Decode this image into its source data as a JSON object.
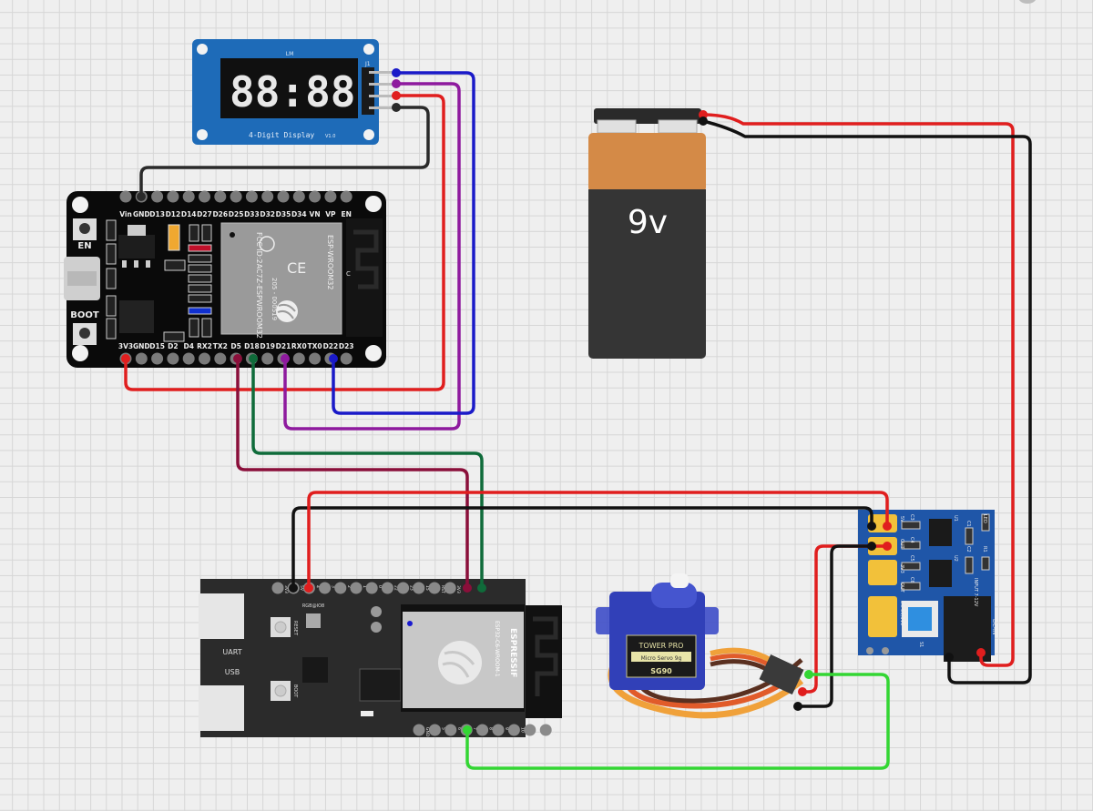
{
  "canvas": {
    "title": "ESP32 4-Digit Display + Servo Circuit"
  },
  "display": {
    "label": "4-Digit Display",
    "version": "V1.0",
    "header": "J1",
    "segment_label": "LM",
    "digits": "88:88"
  },
  "esp32_devkit": {
    "button_en": "EN",
    "button_boot": "BOOT",
    "top_pins": [
      "Vin",
      "GND",
      "D13",
      "D12",
      "D14",
      "D27",
      "D26",
      "D25",
      "D33",
      "D32",
      "D35",
      "D34",
      "VN",
      "VP",
      "EN"
    ],
    "bottom_pins": [
      "3V3",
      "GND",
      "D15",
      "D2",
      "D4",
      "RX2",
      "TX2",
      "D5",
      "D18",
      "D19",
      "D21",
      "RX0",
      "TX0",
      "D22",
      "D23"
    ],
    "module_text": [
      "ESP-WROOM32",
      "FCC ID:2AC7Z-ESPWROOM32",
      "205 - 000519"
    ],
    "antenna_mark": "C"
  },
  "battery": {
    "label": "9v"
  },
  "esp32_c6": {
    "labels": {
      "uart": "UART",
      "usb": "USB",
      "reset": "RESET",
      "boot": "BOOT",
      "rgb": "RGB@IO8"
    },
    "module_brand": "ESPRESSIF",
    "module_model": "ESP32-C6-WROOM-1",
    "top_pins": [
      "3V3",
      "5V",
      "4",
      "3",
      "2",
      "1",
      "0",
      "22",
      "23",
      "15",
      "RST",
      "3V3"
    ],
    "bottom_pins": [
      "GND",
      "5",
      "6",
      "7",
      "8",
      "9",
      "10",
      "11",
      "GND"
    ]
  },
  "servo": {
    "brand": "TOWER PRO",
    "subtitle": "Micro Servo 9g",
    "model": "SG90"
  },
  "regulator": {
    "labels": [
      "C3",
      "C4",
      "C5",
      "C6",
      "U1",
      "U2",
      "C1",
      "C2",
      "R1",
      "LED",
      "S1",
      "5V",
      "OUT",
      "3V3",
      "OUT",
      "INPUT 7-12V",
      "DC-IN",
      "DC-5V/3V3"
    ]
  },
  "wires": [
    {
      "name": "display-clk-to-d22",
      "color": "#1a1ac8"
    },
    {
      "name": "display-dio-to-d21",
      "color": "#8e1a9e"
    },
    {
      "name": "display-vcc-to-3v3",
      "color": "#e01e1e"
    },
    {
      "name": "display-gnd-to-gnd",
      "color": "#2a2a2a"
    },
    {
      "name": "d5-to-c6",
      "color": "#8a0f3a"
    },
    {
      "name": "d18-to-c6",
      "color": "#0f6b3a"
    },
    {
      "name": "battery-positive",
      "color": "#e01e1e"
    },
    {
      "name": "battery-negative",
      "color": "#111111"
    },
    {
      "name": "regulator-5v-to-c6",
      "color": "#e01e1e"
    },
    {
      "name": "regulator-gnd-to-c6",
      "color": "#111111"
    },
    {
      "name": "regulator-out-to-servo-vcc",
      "color": "#e01e1e"
    },
    {
      "name": "regulator-gnd-to-servo",
      "color": "#111111"
    },
    {
      "name": "servo-signal-to-c6",
      "color": "#33d633"
    }
  ]
}
